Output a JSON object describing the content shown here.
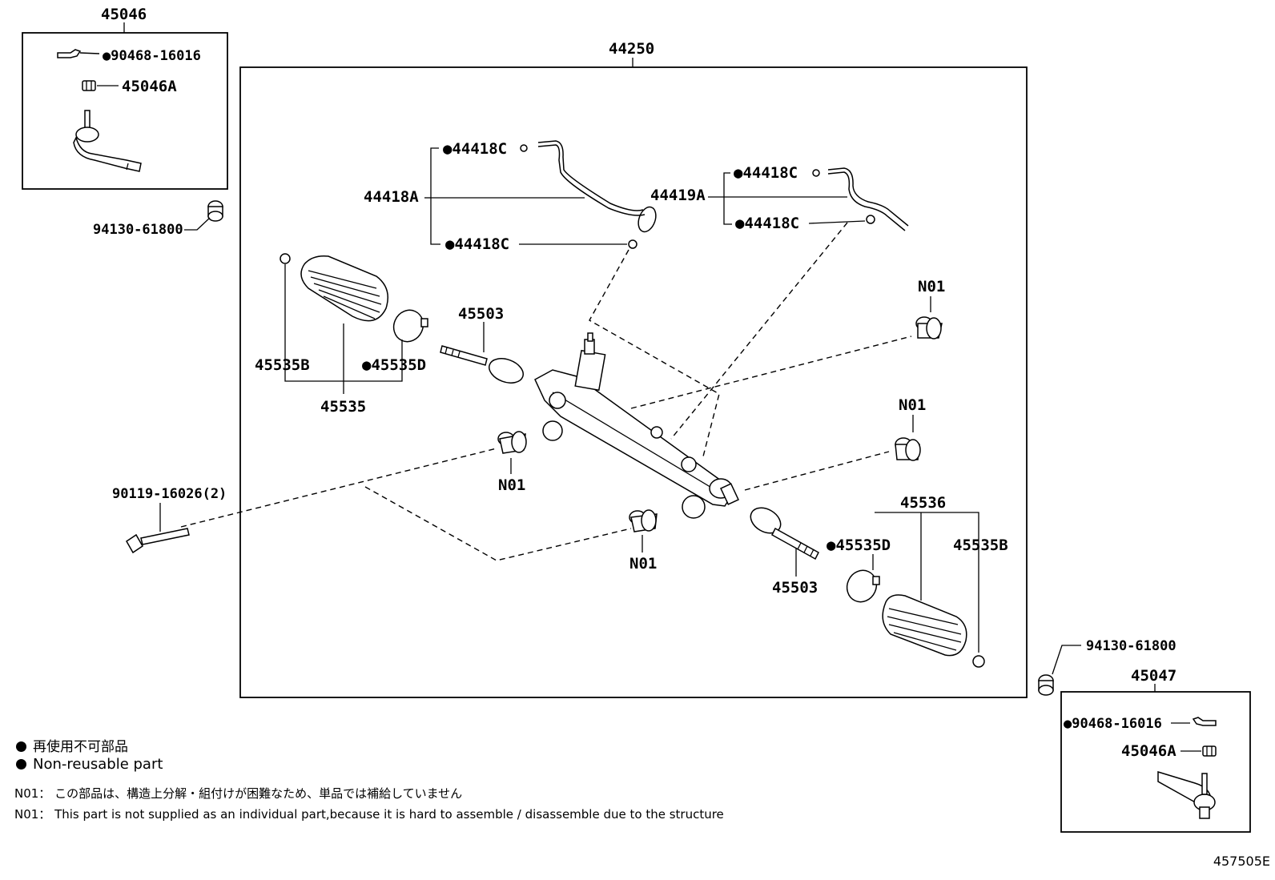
{
  "labels": {
    "p45046": "45046",
    "p44250": "44250",
    "p90468_top": "●90468-16016",
    "p45046A_top": "45046A",
    "p94130_top": "94130-61800",
    "p44418C_1": "●44418C",
    "p44418A": "44418A",
    "p44418C_2": "●44418C",
    "p44419A": "44419A",
    "p44418C_3": "●44418C",
    "p44418C_4": "●44418C",
    "p45503_top": "45503",
    "p45535B_left": "45535B",
    "p45535D_left": "●45535D",
    "p45535": "45535",
    "pN01_1": "N01",
    "pN01_2": "N01",
    "pN01_3": "N01",
    "pN01_4": "N01",
    "p90119": "90119-16026(2)",
    "p45536": "45536",
    "p45535D_right": "●45535D",
    "p45535B_right": "45535B",
    "p45503_bottom": "45503",
    "p94130_bottom": "94130-61800",
    "p45047": "45047",
    "p90468_bottom": "●90468-16016",
    "p45046A_bottom": "45046A"
  },
  "legend": {
    "jp": "再使用不可部品",
    "en": "Non-reusable part"
  },
  "notes": {
    "jp": "N01： この部品は、構造上分解・組付けが困難なため、単品では補給していません",
    "en": "N01： This part is not supplied as an individual part,because it is hard to assemble / disassemble due to the structure"
  },
  "diagram_code": "457505E"
}
